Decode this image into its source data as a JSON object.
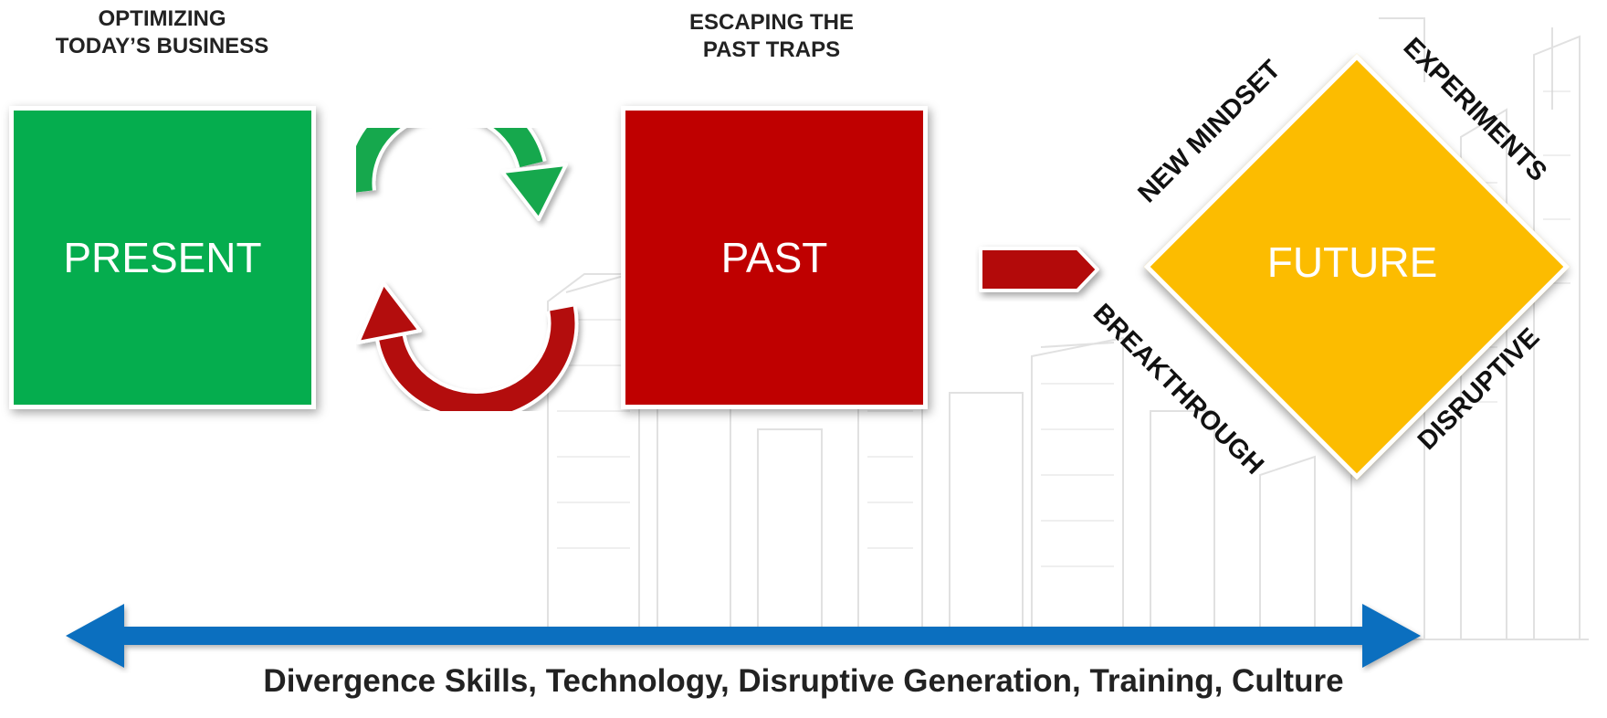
{
  "headings": {
    "present": "OPTIMIZING\nTODAY’S BUSINESS",
    "past": "ESCAPING THE\nPAST TRAPS"
  },
  "boxes": {
    "present": "PRESENT",
    "past": "PAST",
    "future": "FUTURE"
  },
  "diamond_edges": {
    "top_left": "NEW MINDSET",
    "top_right": "EXPERIMENTS",
    "bottom_left": "BREAKTHROUGH",
    "bottom_right": "DISRUPTIVE"
  },
  "footer_text": "Divergence Skills, Technology, Disruptive Generation, Training, Culture",
  "colors": {
    "present": "#05ad4e",
    "past": "#bf0000",
    "future": "#fcbc00",
    "axis": "#0b6fbf",
    "green_arrow": "#19a84d",
    "red_arrow": "#b30a0a"
  }
}
